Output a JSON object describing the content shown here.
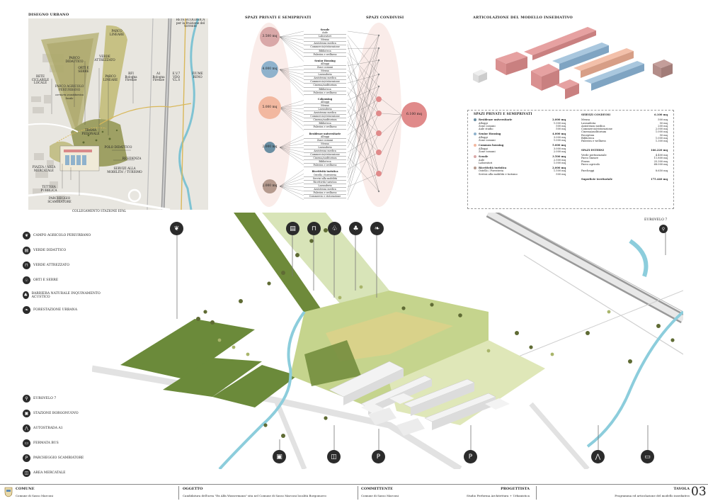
{
  "sections": {
    "urban": "DISEGNO URBANO",
    "private": "SPAZI PRIVATI E SEMIPRIVATI",
    "shared": "SPAZI CONDIVISI",
    "model": "ARTICOLAZIONE DEL MODELLO INSEDIATIVO"
  },
  "map_labels": {
    "parco_lineare": "PARCO LINEARE",
    "rete_ecologica": "RETE ECOLOGICA per la fruizione del torrente",
    "parco_didattico": "PARCO DIDATTICO",
    "verde_attrezzato": "VERDE ATTREZZATO",
    "orti_serre": "ORTI E SERRE",
    "parco_lineare2": "PARCO LINEARE",
    "rfi": "RFI Bologna Firenze",
    "a1": "A1 Bologna Firenze",
    "ev7": "E.V.7 VDO V.L.S",
    "fiume_reno": "FIUME RENO",
    "rete_ciclabile": "RETE CICLABILE LOCALE",
    "parco_agricolo": "PARCO AGRICOLO PERIURBANO",
    "parco_agricolo_sub": "cerniera ecosistemica locale",
    "trama_pedonale": "TRAMA PEDONALE",
    "polo_didattico": "POLO DIDATTICO",
    "residenza": "RESIDENZA",
    "piazza": "PIAZZA / AREA MERCATALE",
    "servizi_mobilita": "SERVIZI ALLA MOBILITA' / TURISMO",
    "tettoia": "TETTOIA PUBBLICA",
    "parcheggio": "PARCHEGGIO SCAMBIATORE",
    "collegamento": "COLLEGAMENTO STAZIONE EFAL"
  },
  "bubbles": [
    {
      "value": "3.500 mq",
      "color": "#d9a8a8"
    },
    {
      "value": "4.000 mq",
      "color": "#8fb2cc"
    },
    {
      "value": "5.000 mq",
      "color": "#f2b8a0"
    },
    {
      "value": "2.000 mq",
      "color": "#6b8fa3"
    },
    {
      "value": "2.000 mq",
      "color": "#b59a8e"
    }
  ],
  "shared_bubble": "6.100 mq",
  "program_groups": [
    {
      "title": "Scuole",
      "items": [
        "Aule",
        "Laboratori",
        "Mensa",
        "Assistenza medica",
        "Commercio/ristorazione",
        "Biblioteca",
        "Palestra e wellness"
      ]
    },
    {
      "title": "Senior Housing",
      "items": [
        "Alloggi",
        "Zone comuni",
        "Mensa",
        "Lavanderia",
        "Assistenza medica",
        "Commercio/ristorazione",
        "Cinema/auditorium",
        "Biblioteca",
        "Palestra e wellness"
      ]
    },
    {
      "title": "Cohousing",
      "items": [
        "Alloggi",
        "Mensa",
        "Lavanderia",
        "Assistenza medica",
        "Commercio/ristorazione",
        "Cinema/auditorium",
        "Biblioteca",
        "Palestra e wellness"
      ]
    },
    {
      "title": "Residenze universitarie",
      "items": [
        "Alloggi",
        "Zone comuni",
        "Mensa",
        "Lavanderia",
        "Assistenza medica",
        "Commercio/ristorazione",
        "Cinema/auditorium",
        "Biblioteca",
        "Palestra e wellness"
      ]
    },
    {
      "title": "Ricettività turistica",
      "items": [
        "Ostello / foresteria",
        "Servizi alla mobilità",
        "Ricettività turistica",
        "Lavanderia",
        "Assistenza medica",
        "Palestra e wellness",
        "Commercio e ristorazione"
      ]
    }
  ],
  "table": {
    "private_title": "SPAZI PRIVATI E SEMIPRIVATI",
    "private_groups": [
      {
        "name": "Residenze universitarie",
        "total": "2.000 mq",
        "color": "#6b8fa3",
        "rows": [
          [
            "Alloggi",
            "1.000 mq"
          ],
          [
            "Zone comuni",
            "500 mq"
          ],
          [
            "Aule studio",
            "500 mq"
          ]
        ]
      },
      {
        "name": "Senior Housing",
        "total": "4.000 mq",
        "color": "#8fb2cc",
        "rows": [
          [
            "Alloggi",
            "3.000 mq"
          ],
          [
            "Zone comuni",
            "1.000 mq"
          ]
        ]
      },
      {
        "name": "Common housing",
        "total": "5.000 mq",
        "color": "#f2b8a0",
        "rows": [
          [
            "Alloggi",
            "3.000 mq"
          ],
          [
            "Zone comuni",
            "2.000 mq"
          ]
        ]
      },
      {
        "name": "Scuole",
        "total": "3.500 mq",
        "color": "#d9a8a8",
        "rows": [
          [
            "Aule",
            "2.500 mq"
          ],
          [
            "Laboratori",
            "1.000 mq"
          ]
        ]
      },
      {
        "name": "Ricettività turistica",
        "total": "2.000 mq",
        "color": "#b59a8e",
        "rows": [
          [
            "Ostello / Foresteria",
            "1.500 mq"
          ],
          [
            "Servizi alla mobilità e turismo",
            "500 mq"
          ]
        ]
      }
    ],
    "shared_title": "SERVIZI CONDIVISI",
    "shared_total": "6.100 mq",
    "shared_rows": [
      [
        "Mensa",
        "500 mq"
      ],
      [
        "Lavanderia",
        "50 mq"
      ],
      [
        "Assistenza medica",
        "200 mq"
      ],
      [
        "Commercio/ristorazione",
        "2.000 mq"
      ],
      [
        "Cinema/auditorium",
        "1.000 mq"
      ],
      [
        "Reception",
        "50 mq"
      ],
      [
        "Biblioteca",
        "1.000 mq"
      ],
      [
        "Palestra e wellness",
        "1.300 mq"
      ]
    ],
    "ext_title": "SPAZI ESTERNI",
    "ext_total": "166.220 mq",
    "ext_rows": [
      [
        "Verde pertinenziale",
        "4.400 mq"
      ],
      [
        "Parco lineare",
        "11.800 mq"
      ],
      [
        "Piazza",
        "25.300 mq"
      ],
      [
        "Parco agricolo",
        "68.000 mq"
      ]
    ],
    "parking_label": "Parcheggi",
    "parking_value": "8.650 mq",
    "surface_label": "Superficie territoriale",
    "surface_value": "175.440 mq"
  },
  "legend_top": [
    "CAMPO AGRICOLO PERIURBANO",
    "VERDE DIDATTICO",
    "VERDE ATTREZZATO",
    "ORTI E SERRE",
    "BARRIERA NATURALE INQUINAMENTO ACUSTICO",
    "FORESTAZIONE URBANA"
  ],
  "legend_bottom": [
    "EUROVELO 7",
    "STAZIONE BORGONUOVO",
    "AUTOSTRADA A1",
    "FERMATA BUS",
    "PARCHEGGIO SCAMBIATORE",
    "AREA MERCATALE"
  ],
  "eurovelo_label": "EUROVELO 7",
  "footer": {
    "comune_t": "COMUNE",
    "comune_v": "Comune di Sasso Marconi",
    "oggetto_t": "OGGETTO",
    "oggetto_v": "Candidatura dell'area \"Ex Alfa Wassermann\" sita nel Comune di Sasso Marconi località Borgonuovo",
    "committente_t": "COMMITTENTE",
    "committente_v": "Comune di Sasso Marconi",
    "progettista_t": "PROGETTISTA",
    "progettista_v": "Studio Performa Architettura + Urbanistica",
    "tavola_t": "TAVOLA",
    "tavola_v": "Programma ed articolazione del modello insediativo",
    "number": "03"
  }
}
